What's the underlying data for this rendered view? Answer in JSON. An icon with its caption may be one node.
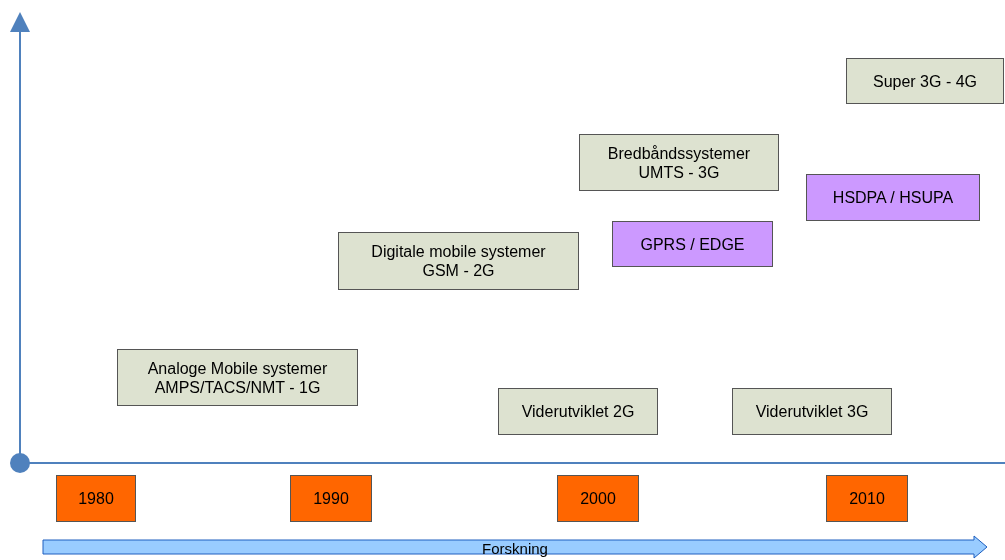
{
  "diagram": {
    "nodes": [
      {
        "text": [
          "Super 3G - 4G"
        ]
      },
      {
        "text": [
          "Bredbåndssystemer",
          "UMTS - 3G"
        ]
      },
      {
        "text": [
          "HSDPA / HSUPA"
        ]
      },
      {
        "text": [
          "GPRS / EDGE"
        ]
      },
      {
        "text": [
          "Digitale mobile systemer",
          "GSM - 2G"
        ]
      },
      {
        "text": [
          "Analoge Mobile systemer",
          "AMPS/TACS/NMT - 1G"
        ]
      },
      {
        "text": [
          "Viderutviklet 2G"
        ]
      },
      {
        "text": [
          "Viderutviklet 3G"
        ]
      },
      {
        "text": [
          "1980"
        ]
      },
      {
        "text": [
          "1990"
        ]
      },
      {
        "text": [
          "2000"
        ]
      },
      {
        "text": [
          "2010"
        ]
      },
      {
        "text": [
          "Forskning"
        ]
      }
    ],
    "edges": []
  }
}
